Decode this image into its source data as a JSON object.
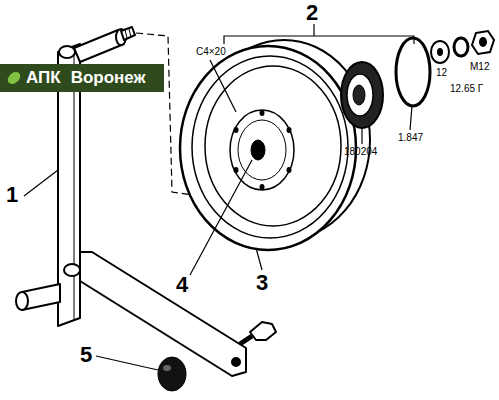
{
  "diagram": {
    "nodes": [
      {
        "text": [
          "АПК",
          "Воронеж"
        ]
      }
    ],
    "labels": [
      "1",
      "2",
      "3",
      "4",
      "5",
      "C4×20",
      "180204",
      "1.847",
      "12",
      "12.65 Г",
      "M12"
    ]
  }
}
